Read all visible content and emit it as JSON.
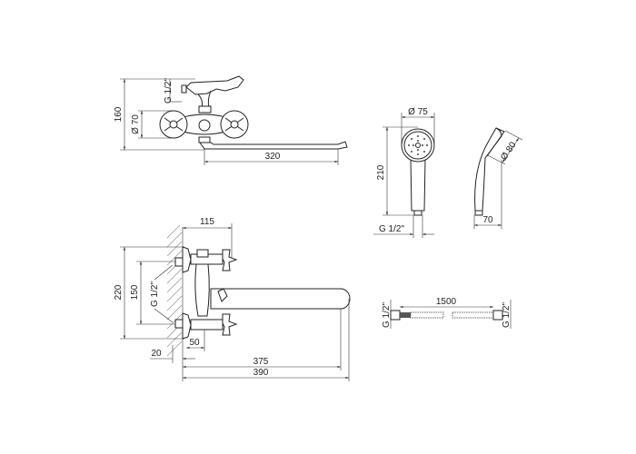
{
  "top_view": {
    "height": "160",
    "connection": "G 1/2\"",
    "escutcheon_diameter": "Ø 70",
    "spout_length": "320"
  },
  "front_view": {
    "depth": "115",
    "total_height": "220",
    "inlet_spacing": "150",
    "connection": "G 1/2\"",
    "offset_50": "50",
    "offset_20": "20",
    "spout_reach": "375",
    "total_length": "390"
  },
  "hand_shower": {
    "head_diameter": "Ø 75",
    "length": "210",
    "connection": "G 1/2\"",
    "side_diameter": "Ø 80",
    "side_depth": "70"
  },
  "hose": {
    "length": "1500",
    "left_connection": "G 1/2\"",
    "right_connection": "G 1/2\""
  }
}
